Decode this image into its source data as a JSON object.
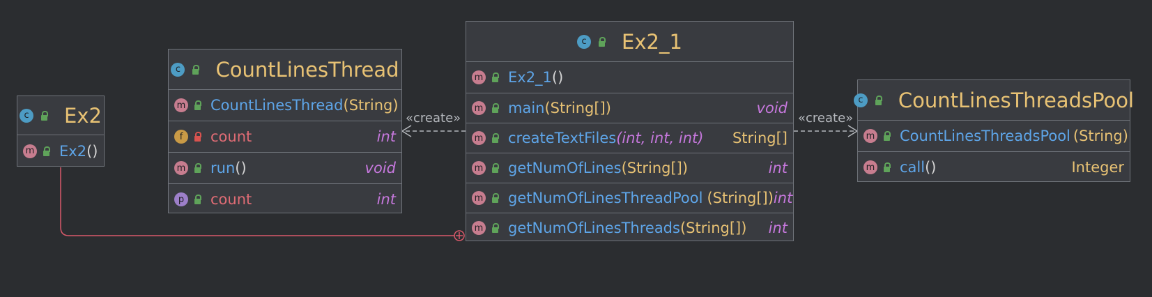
{
  "classes": {
    "ex2": {
      "name": "Ex2",
      "members": [
        {
          "name": "Ex2",
          "params": "()"
        }
      ]
    },
    "count_lines_thread": {
      "name": "CountLinesThread",
      "members": [
        {
          "kind": "m",
          "name": "CountLinesThread",
          "params": "(String)",
          "type": ""
        },
        {
          "kind": "f",
          "name": "count",
          "params": "",
          "type": "int"
        },
        {
          "kind": "m",
          "name": "run",
          "params": "()",
          "type": "void"
        },
        {
          "kind": "p",
          "name": "count",
          "params": "",
          "type": "int"
        }
      ]
    },
    "ex2_1": {
      "name": "Ex2_1",
      "members": [
        {
          "name": "Ex2_1",
          "params": "()",
          "type": ""
        },
        {
          "name": "main",
          "params": "(String[])",
          "type": "void"
        },
        {
          "name": "createTextFiles",
          "params": "(int, int, int)",
          "type": "String[]"
        },
        {
          "name": "getNumOfLines",
          "params": "(String[])",
          "type": "int"
        },
        {
          "name": "getNumOfLinesThreadPool",
          "params": "(String[])",
          "type": "int"
        },
        {
          "name": "getNumOfLinesThreads",
          "params": "(String[])",
          "type": "int"
        }
      ]
    },
    "count_lines_threads_pool": {
      "name": "CountLinesThreadsPool",
      "members": [
        {
          "name": "CountLinesThreadsPool",
          "params": "(String)",
          "type": ""
        },
        {
          "name": "call",
          "params": "()",
          "type": "Integer"
        }
      ]
    }
  },
  "relations": {
    "create_left": "«create»",
    "create_right": "«create»"
  },
  "colors": {
    "background": "#2b2d30",
    "class_fill": "#393b40",
    "class_border": "#6f737a",
    "class_name": "#e8c274",
    "method_name": "#5ea5e8",
    "field_name": "#e06c75",
    "keyword_type": "#c678dd",
    "inner_class_edge": "#d9596a"
  },
  "icons": {
    "class": "class-icon",
    "method": "method-icon",
    "field": "field-icon",
    "property": "property-icon",
    "public": "public-lock-icon",
    "private": "private-lock-icon",
    "runnable_class": "runnable-class-icon"
  }
}
